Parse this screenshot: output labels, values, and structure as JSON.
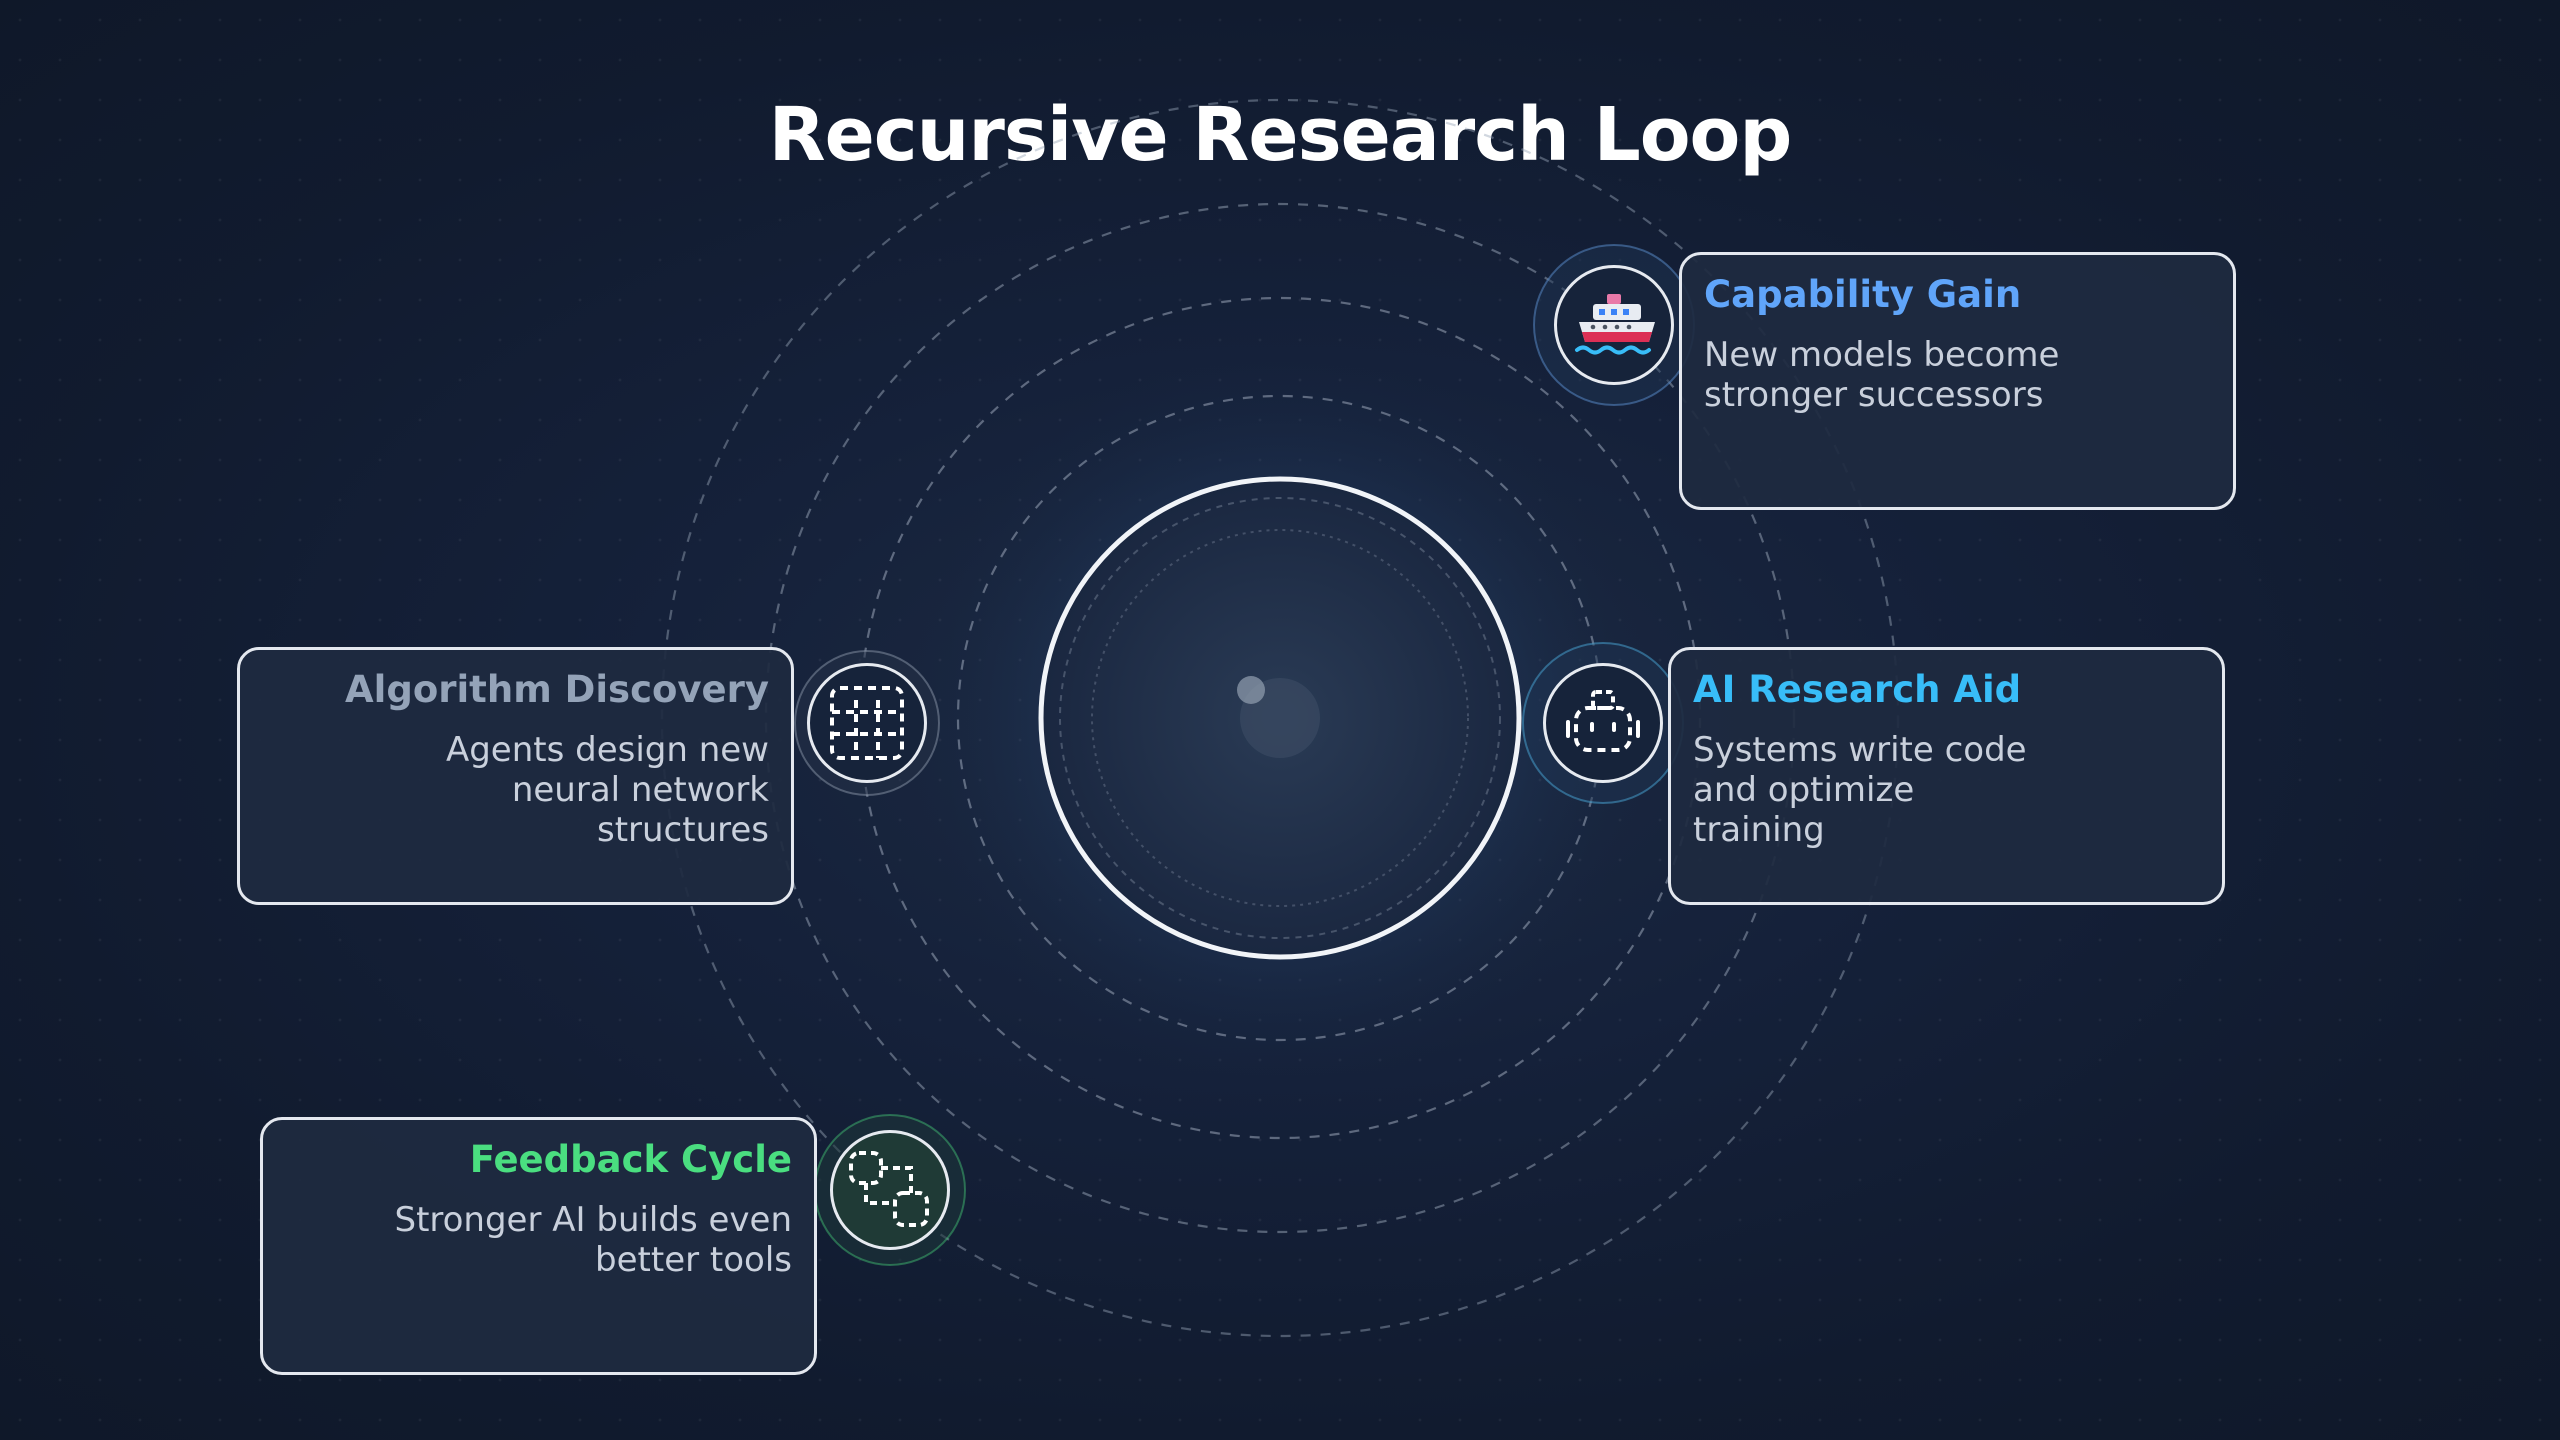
{
  "title": "Recursive Research Loop",
  "steps": [
    {
      "title": "Capability Gain",
      "description": "New models become stronger successors",
      "color": "#60a5fa",
      "icon": "ship-icon"
    },
    {
      "title": "AI Research Aid",
      "description": "Systems write code and optimize training",
      "color": "#38bdf8",
      "icon": "robot-icon"
    },
    {
      "title": "Algorithm Discovery",
      "description": "Agents design new neural network structures",
      "color": "#94a3b8",
      "icon": "grid-icon"
    },
    {
      "title": "Feedback Cycle",
      "description": "Stronger AI builds even better tools",
      "color": "#4ade80",
      "icon": "flow-icon"
    }
  ],
  "colors": {
    "background": "#131d31",
    "card_fill": "#1e2a40",
    "card_border": "#e4e8ef",
    "text_primary": "#ffffff",
    "text_secondary": "#c9d0dc"
  }
}
